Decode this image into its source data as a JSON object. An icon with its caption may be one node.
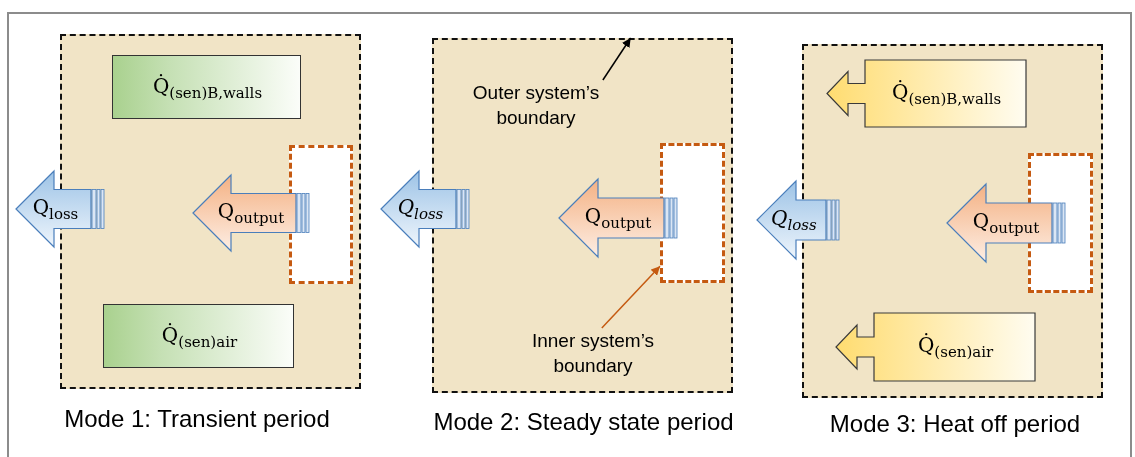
{
  "diagram": {
    "nodes": [
      {
        "text": [],
        "shape": "box",
        "beside": [
          "Mode 1: Transient period"
        ]
      },
      {
        "text": [
          "Q̇$_{(sen)B,walls}$"
        ],
        "in": 0
      },
      {
        "text": [
          "Q$_{output}$"
        ],
        "in": 0
      },
      {
        "text": [],
        "shape": "box",
        "in": 0
      },
      {
        "text": [
          "Q$_{loss}$"
        ]
      },
      {
        "text": [
          "Q̇$_{(sen)air}$"
        ],
        "in": 0
      },
      {
        "text": [],
        "shape": "box",
        "beside": [
          "Mode 2: Steady state period"
        ]
      },
      {
        "text": [
          "Outer system’s boundary"
        ],
        "in": 6
      },
      {
        "text": [
          "Q$_{output}$"
        ],
        "in": 6
      },
      {
        "text": [],
        "shape": "box",
        "in": 6
      },
      {
        "text": [
          "Q$_{loss}$"
        ]
      },
      {
        "text": [
          "Inner system’s boundary"
        ],
        "in": 6
      },
      {
        "text": [],
        "shape": "box",
        "beside": [
          "Mode 3: Heat off period"
        ]
      },
      {
        "text": [
          "Q̇$_{(sen)B,walls}$"
        ],
        "in": 12
      },
      {
        "text": [
          "Q$_{output}$"
        ],
        "in": 12
      },
      {
        "text": [],
        "shape": "box",
        "in": 12
      },
      {
        "text": [
          "Q$_{loss}$"
        ]
      },
      {
        "text": [
          "Q̇$_{(sen)air}$"
        ],
        "in": 12
      }
    ],
    "edges": [
      {
        "from": 7,
        "to": 6,
        "arrow": "to"
      },
      {
        "from": 11,
        "to": 9,
        "arrow": "to",
        "color": "#c55a11"
      }
    ]
  }
}
